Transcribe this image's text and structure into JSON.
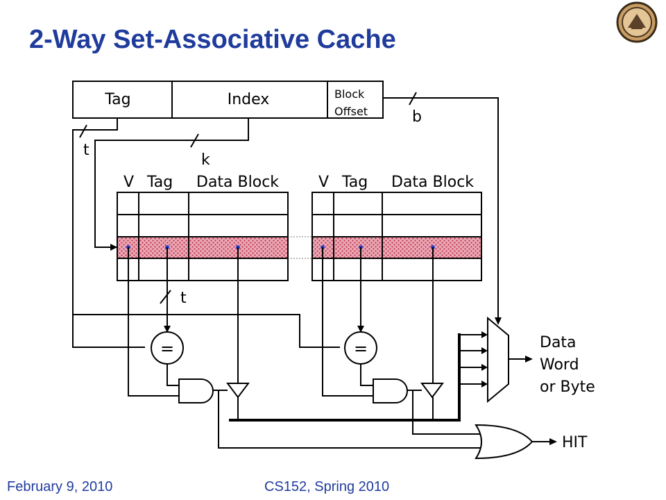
{
  "title": "2-Way Set-Associative Cache",
  "footer": {
    "date": "February 9, 2010",
    "course": "CS152, Spring 2010"
  },
  "colors": {
    "title": "#1f3b9c",
    "highlight": "#e8a7b4",
    "dot": "#c0304a",
    "tap": "#2a3fd0"
  },
  "logo_icon": "university-seal-icon",
  "address": {
    "tag": "Tag",
    "index": "Index",
    "block_offset_line1": "Block",
    "block_offset_line2": "Offset"
  },
  "widths": {
    "t": "t",
    "k": "k",
    "b": "b",
    "t_compare": "t"
  },
  "way_headers": {
    "valid": "V",
    "tag": "Tag",
    "data": "Data Block"
  },
  "comparator": "=",
  "output": {
    "line1": "Data",
    "line2": "Word",
    "line3": "or Byte",
    "hit": "HIT"
  }
}
